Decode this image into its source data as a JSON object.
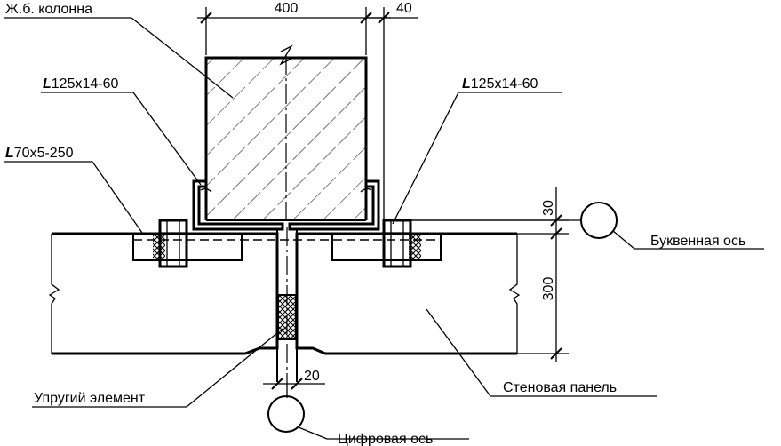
{
  "labels": {
    "column": "Ж.б. колонна",
    "angle_left": "125x14-60",
    "angle_right": "125x14-60",
    "angle_small": "70x5-250",
    "angle_symbol": "L",
    "letter_axis": "Буквенная ось",
    "wall_panel": "Стеновая панель",
    "elastic_element": "Упругий элемент",
    "digit_axis": "Цифровая ось"
  },
  "dimensions": {
    "column_width": "400",
    "gap_right": "40",
    "offset_top": "30",
    "panel_height": "300",
    "joint_width": "20"
  }
}
